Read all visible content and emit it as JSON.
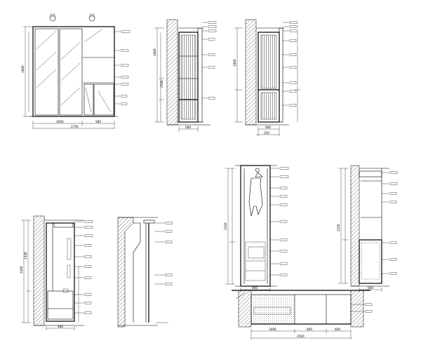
{
  "drawing": {
    "elev_a": {
      "dim_bottom": [
        "1000",
        "580"
      ],
      "dim_total": "1750",
      "dim_left": "1800"
    },
    "sec_b": {
      "dim_left_tall": "2500",
      "dim_bottom": "580"
    },
    "sec_c": {
      "dim_left_tall": "1800",
      "dim_bottom_a": "460",
      "dim_bottom_b": "250"
    },
    "elev_d": {
      "dim_left_top": "1340",
      "dim_left_mid": "2400",
      "dim_bottom": "580"
    },
    "sec_f": {
      "dim_left": "2450",
      "dim_bottom": "900"
    },
    "sec_g": {
      "dim_left": "2450",
      "dim_bottom": "600"
    },
    "plan_h": {
      "dim_bottom": [
        "1000",
        "800",
        "600"
      ],
      "dim_total": "2500"
    }
  }
}
